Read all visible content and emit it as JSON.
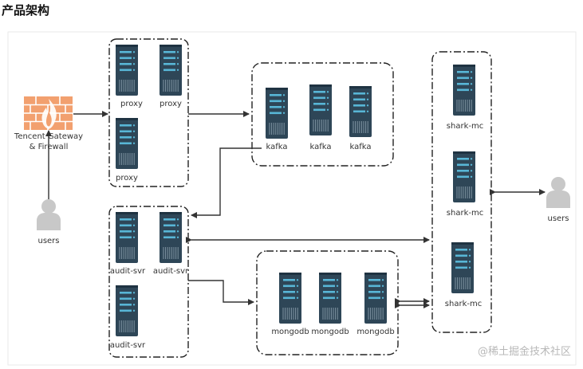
{
  "heading": "产品架构",
  "watermark": "@稀土掘金技术社区",
  "colors": {
    "server_body": "#2e4657",
    "server_bay": "#58b6d6",
    "firewall": "#f2a06f",
    "user_icon": "#c8c8c8",
    "group_border": "#222222",
    "arrow": "#333333"
  },
  "groups": {
    "proxy": {
      "servers": [
        "proxy",
        "proxy",
        "proxy"
      ]
    },
    "kafka": {
      "servers": [
        "kafka",
        "kafka",
        "kafka"
      ]
    },
    "audit": {
      "servers": [
        "audit-svr",
        "audit-svr",
        "audit-svr"
      ]
    },
    "mongodb": {
      "servers": [
        "mongodb",
        "mongodb",
        "mongodb"
      ]
    },
    "shark": {
      "servers": [
        "shark-mc",
        "shark-mc",
        "shark-mc"
      ]
    }
  },
  "firewall": {
    "label": [
      "Tencent Gateway",
      "& Firewall"
    ],
    "icon": "brick-firewall-icon"
  },
  "users_left": {
    "label": "users",
    "icon": "user-icon"
  },
  "users_right": {
    "label": "users",
    "icon": "user-icon"
  }
}
